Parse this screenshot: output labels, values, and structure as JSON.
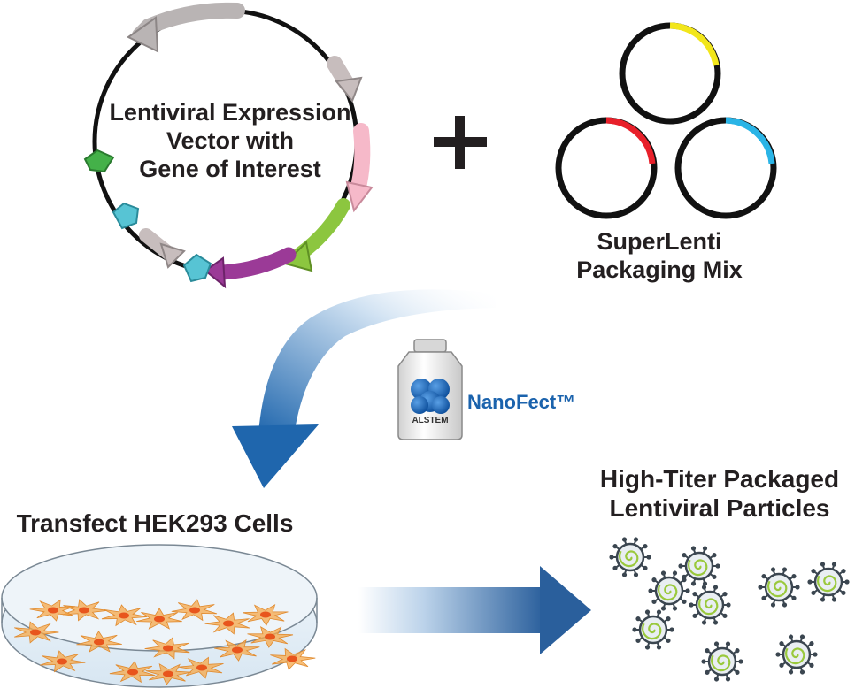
{
  "vector": {
    "label_lines": [
      "Lentiviral Expression",
      "Vector with",
      "Gene of Interest"
    ]
  },
  "packaging": {
    "label_lines": [
      "SuperLenti",
      "Packaging Mix"
    ],
    "segment_colors": [
      "#f2e61b",
      "#e8202a",
      "#2ab4e6"
    ]
  },
  "transfection": {
    "reagent": "NanoFect™",
    "bottle_brand": "ALSTEM",
    "step_label": "Transfect HEK293 Cells"
  },
  "product": {
    "label_lines": [
      "High-Titer Packaged",
      "Lentiviral Particles"
    ]
  },
  "colors": {
    "outline": "#111111",
    "arrow_blue": "#1f66ad",
    "arrow_light": "#cfe1f2",
    "cell_orange": "#f5a84a",
    "nucleus": "#e8551d",
    "virus_green": "#9ac93c",
    "reagent_blue": "#1b63ad"
  },
  "icons": [
    "plus-icon",
    "bottle-icon",
    "petri-dish-icon",
    "virus-particle-icon",
    "curved-arrow-icon",
    "right-arrow-icon"
  ]
}
